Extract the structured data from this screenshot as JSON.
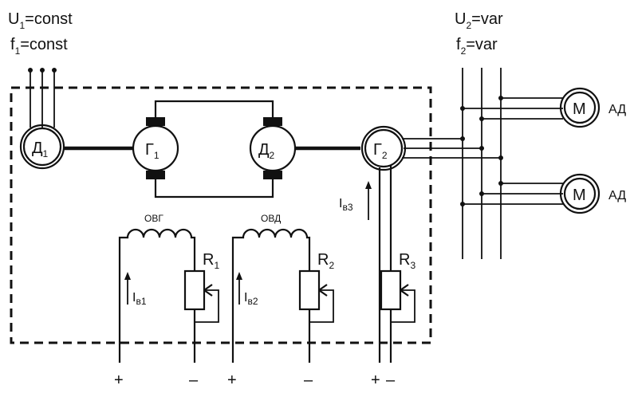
{
  "supply_in": {
    "voltage": "U",
    "voltage_sub": "1",
    "voltage_val": "=const",
    "freq": "f",
    "freq_sub": "1",
    "freq_val": "=const"
  },
  "supply_out": {
    "voltage": "U",
    "voltage_sub": "2",
    "voltage_val": "=var",
    "freq": "f",
    "freq_sub": "2",
    "freq_val": "=var"
  },
  "machines": {
    "d1": {
      "base": "Д",
      "sub": "1"
    },
    "g1": {
      "base": "Г",
      "sub": "1"
    },
    "d2": {
      "base": "Д",
      "sub": "2"
    },
    "g2": {
      "base": "Г",
      "sub": "2"
    }
  },
  "motors": [
    {
      "symbol": "M",
      "label": "АД"
    },
    {
      "symbol": "M",
      "label": "АД"
    }
  ],
  "windings": {
    "ovg": "ОВГ",
    "ovd": "ОВД"
  },
  "resistors": [
    {
      "base": "R",
      "sub": "1"
    },
    {
      "base": "R",
      "sub": "2"
    },
    {
      "base": "R",
      "sub": "3"
    }
  ],
  "currents": [
    {
      "base": "I",
      "sub": "в1"
    },
    {
      "base": "I",
      "sub": "в2"
    },
    {
      "base": "I",
      "sub": "в3"
    }
  ],
  "terminals": {
    "plus": "+",
    "minus": "–"
  }
}
